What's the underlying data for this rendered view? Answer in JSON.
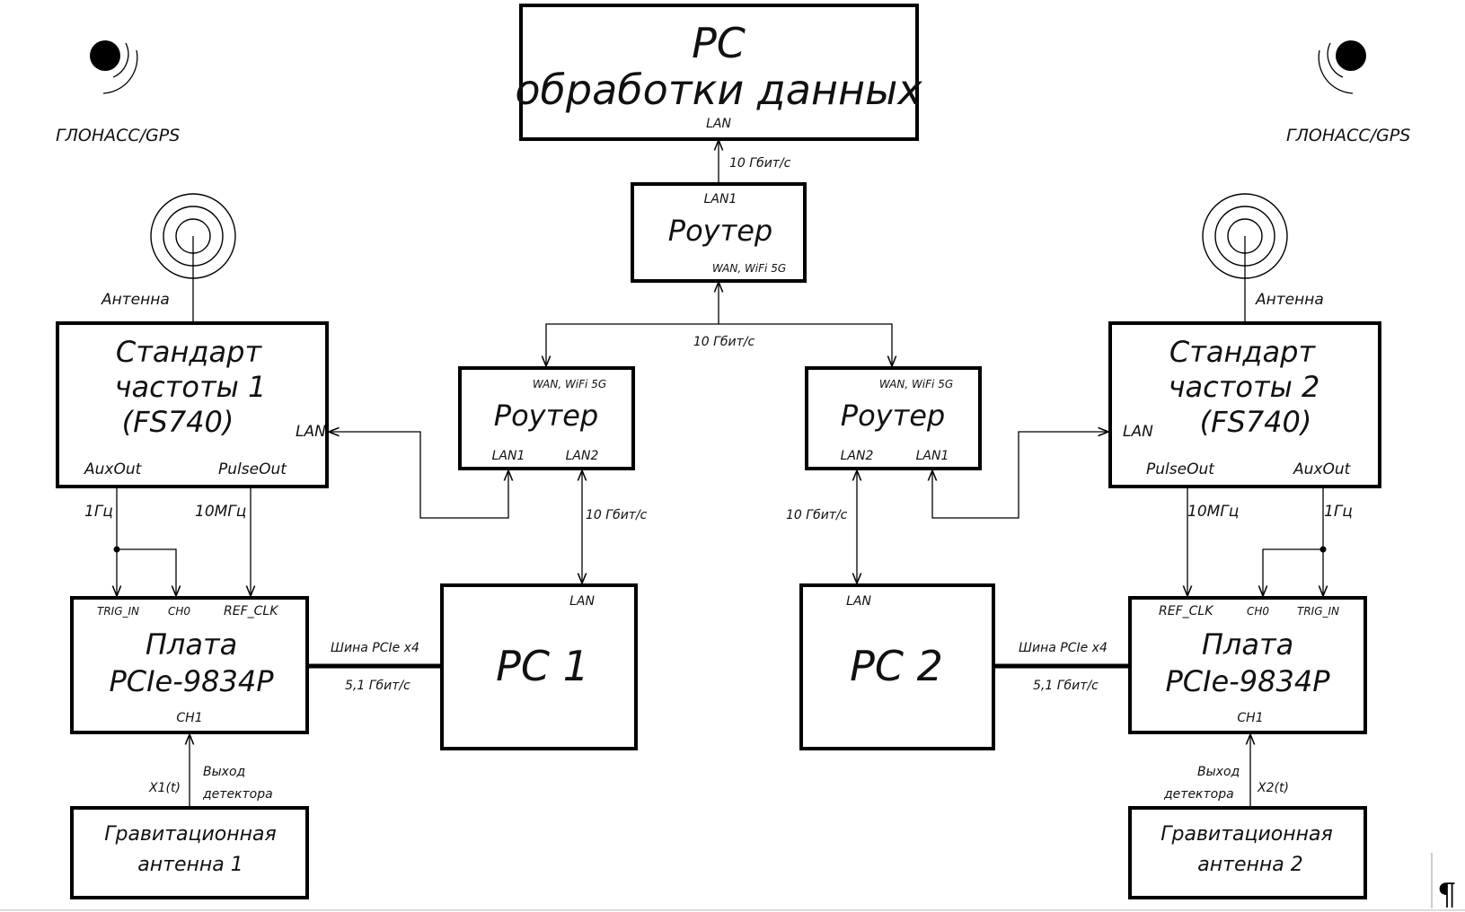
{
  "gnss": {
    "left": "ГЛОНАСС/GPS",
    "right": "ГЛОНАСС/GPS"
  },
  "pc_main": {
    "line1": "PC",
    "line2": "обработки данных",
    "port": "LAN"
  },
  "link_speed": "10 Гбит/с",
  "router_top": {
    "title": "Роутер",
    "port_top": "LAN1",
    "port_bottom": "WAN, WiFi 5G"
  },
  "router_left": {
    "title": "Роутер",
    "port_top": "WAN, WiFi 5G",
    "port_a": "LAN1",
    "port_b": "LAN2"
  },
  "router_right": {
    "title": "Роутер",
    "port_top": "WAN, WiFi 5G",
    "port_a": "LAN2",
    "port_b": "LAN1"
  },
  "antenna_label": {
    "left": "Антенна",
    "right": "Антенна"
  },
  "std1": {
    "line1": "Стандарт",
    "line2": "частоты 1",
    "line3": "(FS740)",
    "lan": "LAN",
    "out_a": "AuxOut",
    "out_b": "PulseOut"
  },
  "std2": {
    "line1": "Стандарт",
    "line2": "частоты 2",
    "line3": "(FS740)",
    "lan": "LAN",
    "out_a": "PulseOut",
    "out_b": "AuxOut"
  },
  "freq": {
    "hz1": "1Гц",
    "mhz10": "10МГц"
  },
  "board1": {
    "line1": "Плата",
    "line2": "PCIe-9834P",
    "trig": "TRIG_IN",
    "ch0": "CH0",
    "ref": "REF_CLK",
    "ch1": "CH1"
  },
  "board2": {
    "line1": "Плата",
    "line2": "PCIe-9834P",
    "trig": "TRIG_IN",
    "ch0": "CH0",
    "ref": "REF_CLK",
    "ch1": "CH1"
  },
  "bus": {
    "name": "Шина PCIe x4",
    "speed": "5,1 Гбит/с"
  },
  "pc1": {
    "title": "PC 1",
    "port": "LAN"
  },
  "pc2": {
    "title": "PC 2",
    "port": "LAN"
  },
  "detector": {
    "line1": "Выход",
    "line2": "детектора",
    "x1": "X1(t)",
    "x2": "X2(t)"
  },
  "grav1": {
    "line1": "Гравитационная",
    "line2": "антенна 1"
  },
  "grav2": {
    "line1": "Гравитационная",
    "line2": "антенна 2"
  },
  "pilcrow": "¶"
}
